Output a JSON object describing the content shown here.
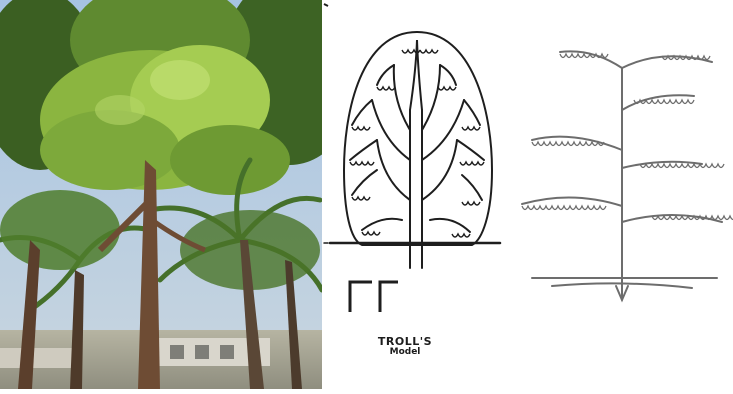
{
  "caption": {
    "line1": "TROLL'S",
    "line2": "Model"
  },
  "colors": {
    "sky": "#8fb3d9",
    "foliage_light": "#9ac24a",
    "foliage_dark": "#3f6a23",
    "trunk": "#6b4a33",
    "ground": "#a0a08e",
    "ink": "#1e1e1e",
    "faded_ink": "#888888"
  },
  "icons": {
    "tree_photo": "tree-photo",
    "diagram_crown": "troll-model-crown-icon",
    "diagram_branches": "troll-model-branch-axes-icon",
    "diagram_small": "troll-model-symbol-icon"
  }
}
